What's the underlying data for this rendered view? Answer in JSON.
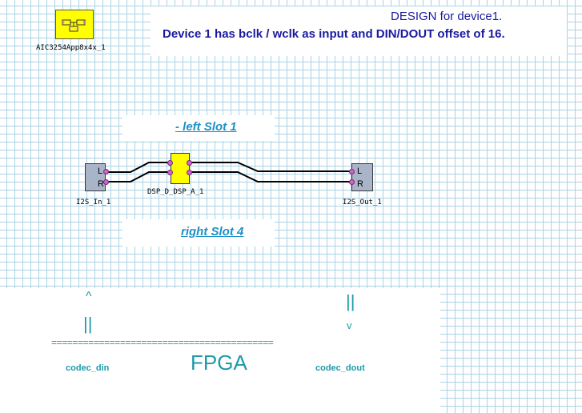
{
  "header": {
    "component_label": "AIC3254App8x4x_1",
    "title_line1": "DESIGN for device1.",
    "title_line2": "Device 1 has bclk / wclk as input and DIN/DOUT offset of 16."
  },
  "slots": {
    "left": "- left Slot 1",
    "right": "right Slot 4"
  },
  "blocks": {
    "input": {
      "label": "I2S_In_1",
      "pin_l": "L",
      "pin_r": "R"
    },
    "dsp": {
      "label": "DSP_D_DSP_A_1"
    },
    "output": {
      "label": "I2S_Out_1",
      "pin_l": "L",
      "pin_r": "R"
    }
  },
  "fpga": {
    "up_arrow": "^",
    "up_bars": "||",
    "down_bars": "||",
    "down_arrow": "v",
    "divider": "==========================================",
    "title": "FPGA",
    "din": "codec_din",
    "dout": "codec_dout"
  },
  "colors": {
    "grid": "#a9d3e6",
    "title_blue": "#1a1aa0",
    "slot_blue": "#1e8fc8",
    "teal": "#1e9aa8",
    "block_fill": "#a9b4c8",
    "chip_yellow": "#ffff00",
    "pin_magenta": "#cc66cc"
  }
}
